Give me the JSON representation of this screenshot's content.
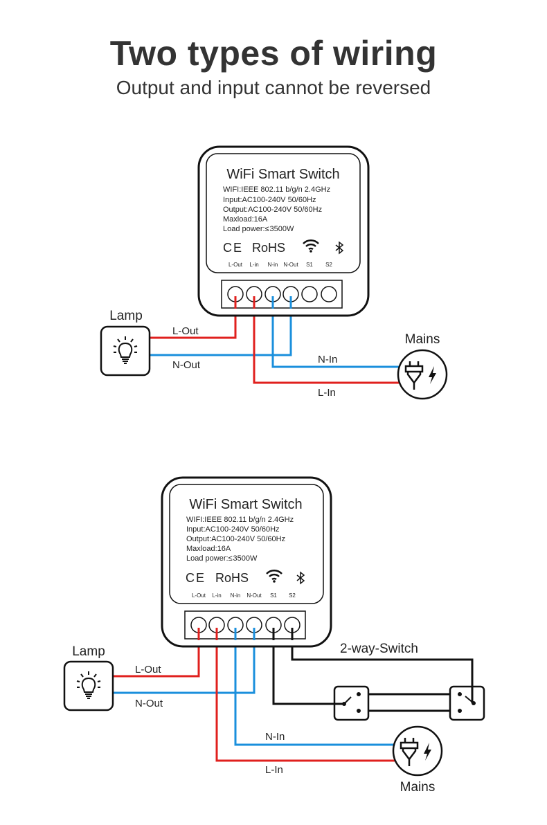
{
  "header": {
    "title": "Two types of wiring",
    "subtitle": "Output and input cannot be reversed"
  },
  "colors": {
    "live": "#e0201e",
    "neutral": "#1a8fdc",
    "switch_wire": "#111111",
    "outline": "#111111"
  },
  "device": {
    "name": "WiFi Smart Switch",
    "specs": [
      "WIFI:IEEE 802.11 b/g/n 2.4GHz",
      "Input:AC100-240V 50/60Hz",
      "Output:AC100-240V 50/60Hz",
      "Maxload:16A",
      "Load power:≤ 3500W"
    ],
    "marks": {
      "ce": "CE",
      "rohs": "RoHS",
      "wifi": "wifi-icon",
      "bluetooth": "bluetooth-icon"
    },
    "terminals": [
      "L-Out",
      "L-in",
      "N-in",
      "N-Out",
      "S1",
      "S2"
    ]
  },
  "diagram1": {
    "lamp_label": "Lamp",
    "mains_label": "Mains",
    "wires": {
      "l_out": "L-Out",
      "n_out": "N-Out",
      "n_in": "N-In",
      "l_in": "L-In"
    }
  },
  "diagram2": {
    "lamp_label": "Lamp",
    "mains_label": "Mains",
    "switch_label": "2-way-Switch",
    "wires": {
      "l_out": "L-Out",
      "n_out": "N-Out",
      "n_in": "N-In",
      "l_in": "L-In"
    }
  }
}
